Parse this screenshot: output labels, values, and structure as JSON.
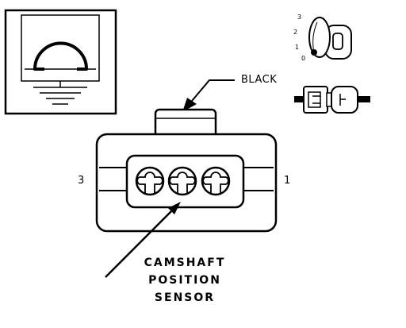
{
  "labels": {
    "wire_color": "BLACK",
    "pin_left": "3",
    "pin_right": "1",
    "sensor_name_lines": [
      "CAMSHAFT",
      "POSITION",
      "SENSOR"
    ]
  },
  "connector_view_key": {
    "position_numbers": [
      "3",
      "2",
      "1",
      "0"
    ]
  },
  "colors": {
    "ink": "#000000",
    "paper": "#ffffff"
  },
  "icons": {
    "symbol": "sensor-symbol-icon",
    "ignition": "ignition-key-icon",
    "side_view": "connector-side-view-icon"
  }
}
